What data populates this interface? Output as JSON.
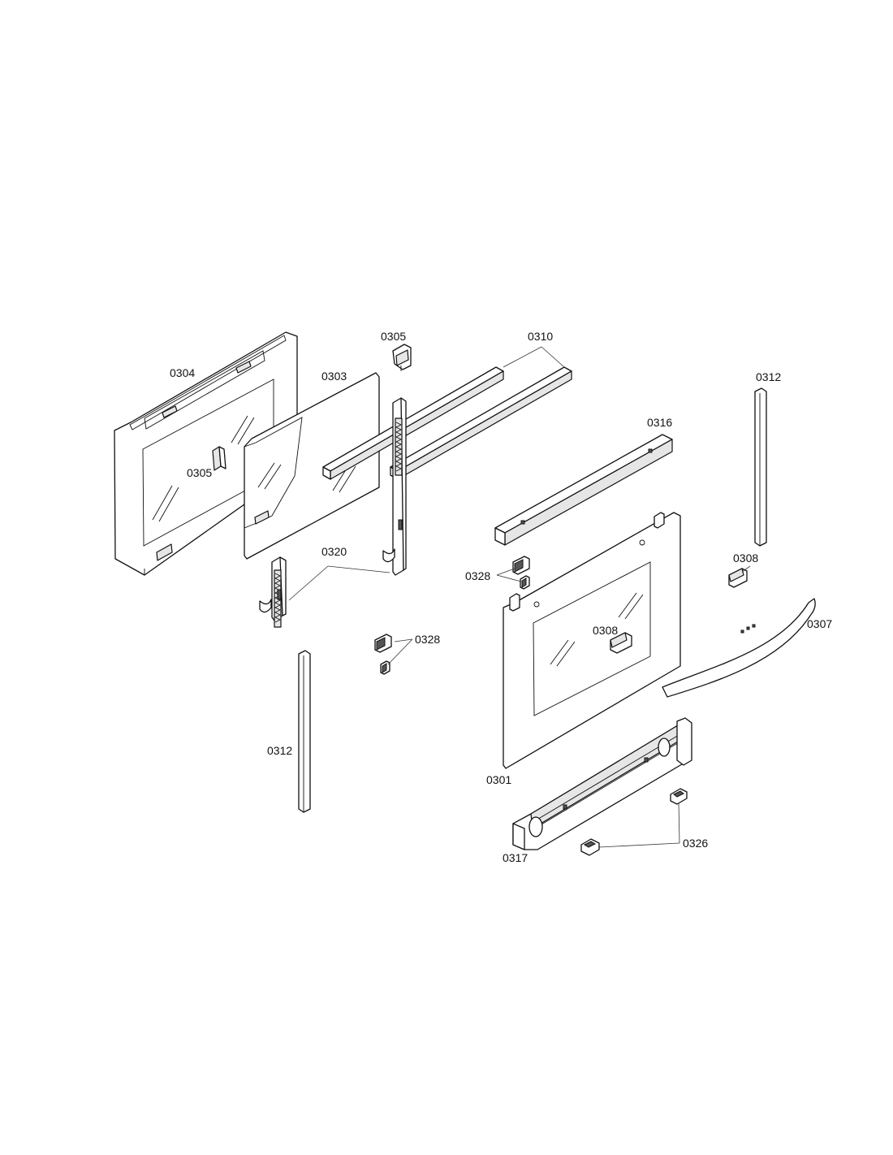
{
  "callouts": [
    {
      "id": "c0304",
      "text": "0304"
    },
    {
      "id": "c0303",
      "text": "0303"
    },
    {
      "id": "c0305a",
      "text": "0305"
    },
    {
      "id": "c0305b",
      "text": "0305"
    },
    {
      "id": "c0310",
      "text": "0310"
    },
    {
      "id": "c0312a",
      "text": "0312"
    },
    {
      "id": "c0316",
      "text": "0316"
    },
    {
      "id": "c0308a",
      "text": "0308"
    },
    {
      "id": "c0320",
      "text": "0320"
    },
    {
      "id": "c0328a",
      "text": "0328"
    },
    {
      "id": "c0328b",
      "text": "0328"
    },
    {
      "id": "c0307",
      "text": "0307"
    },
    {
      "id": "c0308b",
      "text": "0308"
    },
    {
      "id": "c0312b",
      "text": "0312"
    },
    {
      "id": "c0301",
      "text": "0301"
    },
    {
      "id": "c0326",
      "text": "0326"
    },
    {
      "id": "c0317",
      "text": "0317"
    }
  ]
}
